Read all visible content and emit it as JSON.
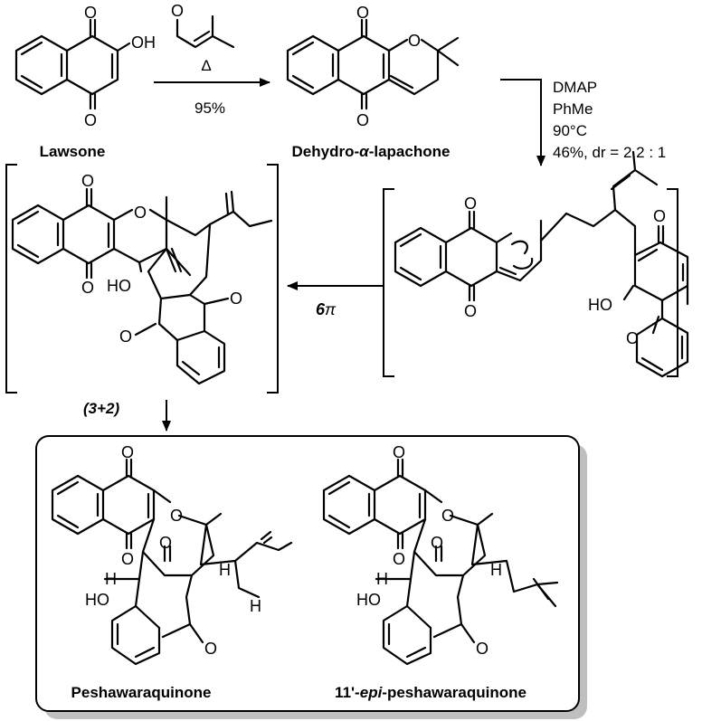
{
  "compounds": {
    "lawsone": "Lawsone",
    "dehydro_prefix": "Dehydro-",
    "dehydro_alpha": "α",
    "dehydro_suffix": "-lapachone",
    "peshawaraquinone": "Peshawaraquinone",
    "epi_prefix": "11'-",
    "epi_italic": "epi",
    "epi_suffix": "-peshawaraquinone"
  },
  "step1": {
    "heat": "Δ",
    "yield": "95%"
  },
  "step2": {
    "base": "DMAP",
    "solvent": "PhMe",
    "temperature": "90°C",
    "yield_dr": "46%, dr = 2.2 : 1"
  },
  "step3": {
    "label_num": "6",
    "label_pi": "π"
  },
  "step4": {
    "label": "(3+2)"
  },
  "atoms": {
    "O": "O",
    "OH": "OH",
    "HO": "HO",
    "H": "H"
  }
}
